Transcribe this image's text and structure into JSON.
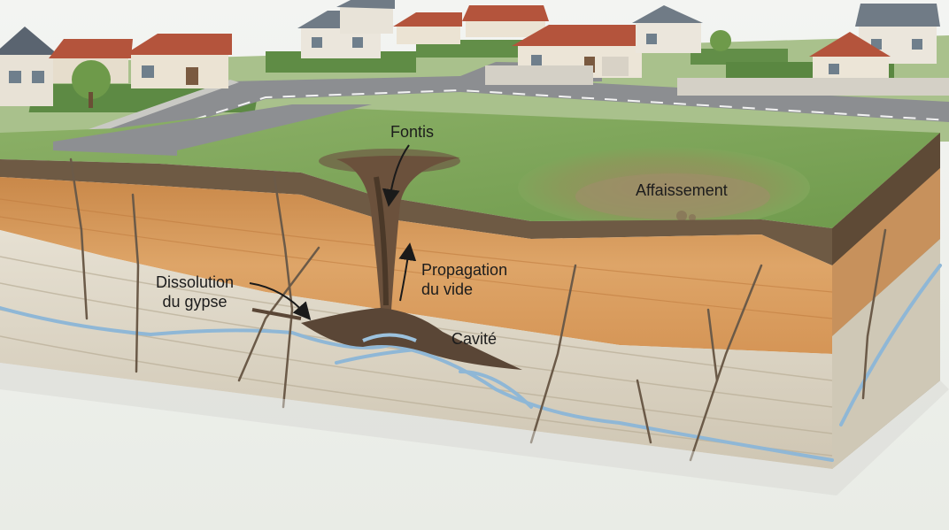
{
  "labels": {
    "fontis": "Fontis",
    "affaissement": "Affaissement",
    "dissolution": [
      "Dissolution",
      "du gypse"
    ],
    "propagation": [
      "Propagation",
      "du vide"
    ],
    "cavite": "Cavité"
  },
  "colors": {
    "background": "#f4f4f2",
    "grass": "#7fa55a",
    "road": "#8c8e91",
    "topsoil": "#6e5a44",
    "sand_layer": "#d89a58",
    "gypsum_layer": "#ddd6c7",
    "water": "#8fb7d6",
    "roof": "#b4543c",
    "wall": "#e8e2d6"
  },
  "icons": {
    "arrow_fontis": "curved-arrow-down-icon",
    "arrow_dissolution": "curved-arrow-right-icon",
    "arrow_propagation": "curved-arrow-up-icon"
  }
}
